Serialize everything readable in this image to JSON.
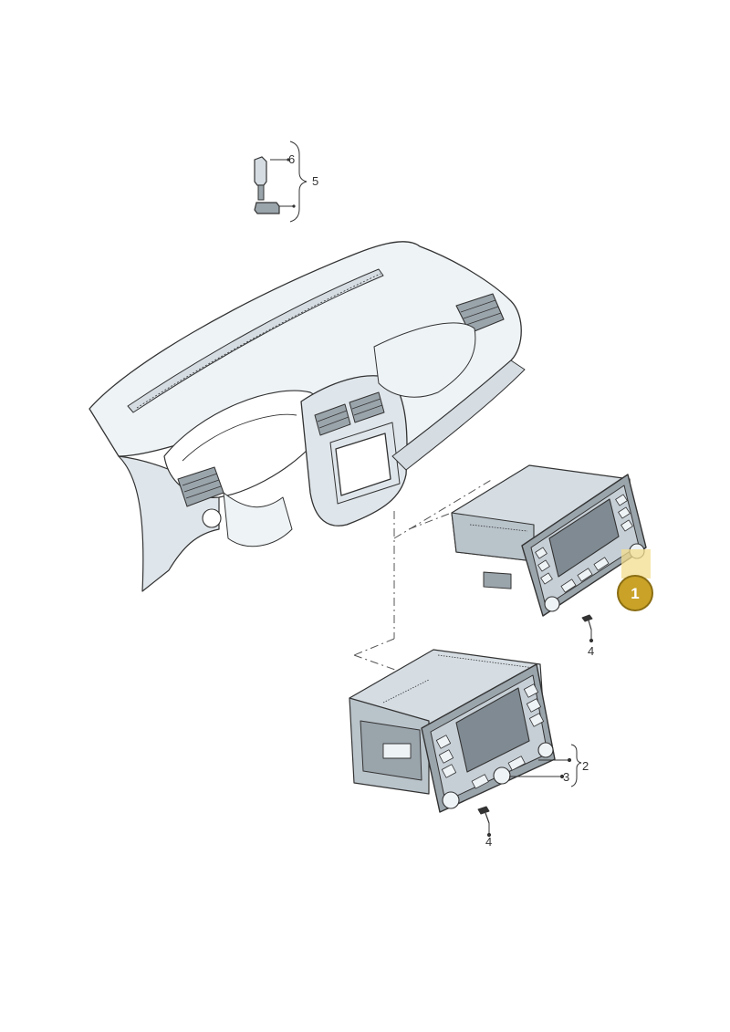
{
  "callouts": [
    {
      "id": "1",
      "label": "1",
      "highlighted": true
    }
  ],
  "part_labels": {
    "p2": "2",
    "p3": "3",
    "p4_upper": "4",
    "p4_lower": "4",
    "p5": "5",
    "p6": "6"
  },
  "colors": {
    "line": "#333333",
    "fill_light": "#eef3f6",
    "fill_mid": "#d5dde3",
    "fill_dark": "#9aa4ab",
    "callout_gold": "#c9a227",
    "callout_border": "#8a6d12",
    "callout_highlight": "#f3dd8e"
  }
}
